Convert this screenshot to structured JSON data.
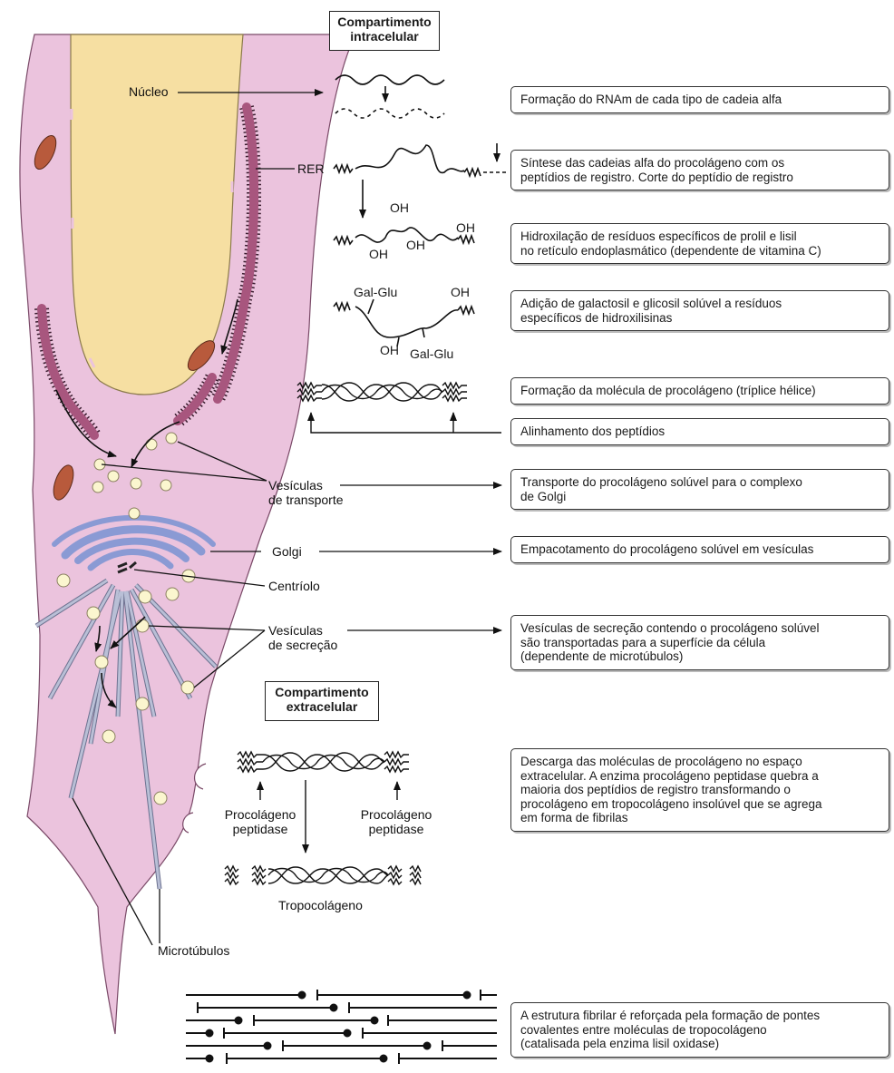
{
  "headers": {
    "intracellular": [
      "Compartimento",
      "intracelular"
    ],
    "extracellular": [
      "Compartimento",
      "extracelular"
    ]
  },
  "labels": {
    "nucleus": "Núcleo",
    "rer": "RER",
    "transport_vesicles": [
      "Vesículas",
      "de transporte"
    ],
    "golgi": "Golgi",
    "centriole": "Centríolo",
    "secretion_vesicles": [
      "Vesículas",
      "de secreção"
    ],
    "peptidase_left": [
      "Procolágeno",
      "peptidase"
    ],
    "peptidase_right": [
      "Procolágeno",
      "peptidase"
    ],
    "tropocollagen": "Tropocolágeno",
    "microtubules": "Microtúbulos"
  },
  "chem": {
    "oh": "OH",
    "gal_glu": "Gal-Glu"
  },
  "steps": [
    {
      "lines": [
        "Formação do RNAm de cada tipo de cadeia alfa"
      ]
    },
    {
      "lines": [
        "Síntese das cadeias alfa do procolágeno com os",
        "peptídios de registro. Corte do peptídio de registro"
      ]
    },
    {
      "lines": [
        "Hidroxilação de resíduos específicos de prolil e lisil",
        "no retículo endoplasmático (dependente de vitamina C)"
      ]
    },
    {
      "lines": [
        "Adição de galactosil e glicosil solúvel a resíduos",
        "específicos de hidroxilisinas"
      ]
    },
    {
      "lines": [
        "Formação da molécula de procolágeno (tríplice hélice)"
      ]
    },
    {
      "lines": [
        "Alinhamento dos peptídios"
      ]
    },
    {
      "lines": [
        "Transporte do procolágeno solúvel para o complexo",
        "de  Golgi"
      ]
    },
    {
      "lines": [
        "Empacotamento do procolágeno solúvel em vesículas"
      ]
    },
    {
      "lines": [
        "Vesículas de secreção contendo o procolágeno solúvel",
        "são transportadas para a superfície da célula",
        "(dependente de microtúbulos)"
      ]
    },
    {
      "lines": [
        "Descarga das moléculas de procolágeno no espaço",
        "extracelular. A enzima procolágeno peptidase quebra a",
        "maioria dos peptídios de registro transformando o",
        "procolágeno em tropocolágeno insolúvel que se agrega",
        "em forma de fibrilas"
      ]
    },
    {
      "lines": [
        "A estrutura fibrilar é reforçada pela formação de pontes",
        "covalentes entre moléculas de tropocolágeno",
        "(catalisada pela enzima lisil oxidase)"
      ]
    }
  ],
  "colors": {
    "cytoplasm": "#ebc3dd",
    "nucleus": "#f6dfa2",
    "rer": "#a8567e",
    "mitochondria": "#b85a3c",
    "golgi": "#8a9ad4",
    "vesicle": "#fbf6cf",
    "microtubule": "#b9bfd6"
  }
}
